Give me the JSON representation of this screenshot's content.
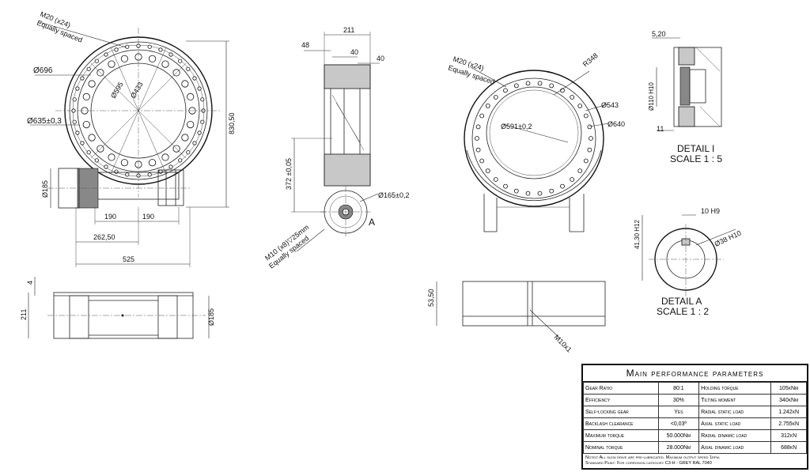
{
  "front_view": {
    "label_bolts": "M20 (x24)",
    "label_spacing": "Equally spaced",
    "dia_outer": "Ø696",
    "dia_595": "Ø595",
    "dia_433": "Ø433",
    "dia_pcd": "Ø635±0,3",
    "dia_185": "Ø185",
    "height_830": "830,50",
    "dim_190_a": "190",
    "dim_190_b": "190",
    "dim_262": "262,50",
    "dim_525": "525"
  },
  "side_view": {
    "dim_211": "211",
    "dim_48": "48",
    "dim_40_a": "40",
    "dim_40_b": "40",
    "dim_372": "372 ±0,05",
    "dia_165": "Ø165±0,2",
    "label_a": "A",
    "label_bolts": "M10 (x8)▽25mm",
    "label_spacing": "Equally spaced"
  },
  "iso_view": {
    "label_bolts": "M20 (x24)",
    "label_spacing": "Equally spaced",
    "r348": "R348",
    "dia_543": "Ø543",
    "dia_591": "Ø591±0,2",
    "dia_640": "Ø640"
  },
  "detail_i": {
    "dim_520": "5,20",
    "dim_110": "Ø110 H10",
    "dim_11": "11",
    "title": "DETAIL I",
    "scale": "SCALE 1 : 5"
  },
  "detail_a": {
    "keyway": "10 H9",
    "dia_38": "Ø38 H10",
    "dim_4130": "41,30 H12",
    "title": "DETAIL A",
    "scale": "SCALE 1 : 2"
  },
  "bottom_views": {
    "dim_4": "4",
    "dim_211": "211",
    "dia_185": "Ø185",
    "dim_5350": "53,50",
    "m10x1": "M10x1"
  },
  "params": {
    "title": "Main performance parameters",
    "rows": [
      {
        "l1": "Gear Ratio",
        "v1": "80:1",
        "l2": "Holding torque",
        "v2": "105kNm"
      },
      {
        "l1": "Efficiency",
        "v1": "30%",
        "l2": "Tilting moment",
        "v2": "340kNm"
      },
      {
        "l1": "Self-locking gear",
        "v1": "Yes",
        "l2": "Radial static load",
        "v2": "1.242kN"
      },
      {
        "l1": "Backlash clearance",
        "v1": "<0,03º",
        "l2": "Axial static load",
        "v2": "2.755kN"
      },
      {
        "l1": "Maximum torque",
        "v1": "50.000Nm",
        "l2": "Radial dinamic load",
        "v2": "312kN"
      },
      {
        "l1": "Nominal torque",
        "v1": "28.000Nm",
        "l2": "Axial dinamic load",
        "v2": "688kN"
      }
    ],
    "notes_1": "Notes: All slew drive are pre-lubricated. Maximum output speed 1rpm.",
    "notes_2": "Standard Paint: For corrosion category C3-H - GREY RAL 7040"
  }
}
